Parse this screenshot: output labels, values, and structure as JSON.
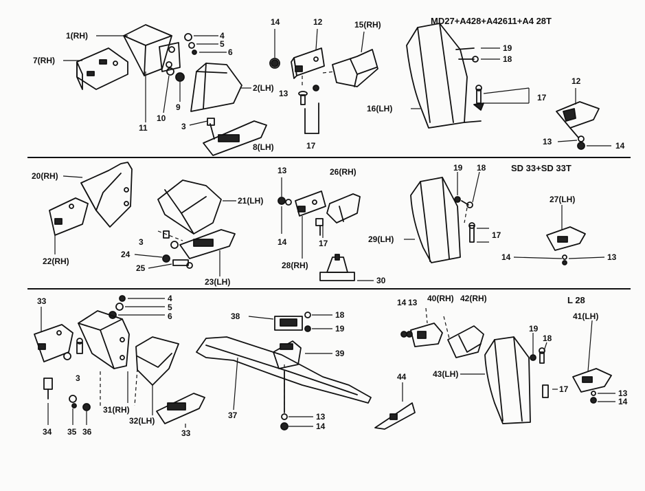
{
  "sections": {
    "top_right_header": "MD27+A428+A42611+A4 28T",
    "middle_right_header": "SD 33+SD 33T",
    "bottom_right_header": "L 28"
  },
  "callouts": {
    "c_1rh": "1(RH)",
    "c_7rh": "7(RH)",
    "c_4a": "4",
    "c_5a": "5",
    "c_6a": "6",
    "c_2lh": "2(LH)",
    "c_11": "11",
    "c_10": "10",
    "c_9": "9",
    "c_3a": "3",
    "c_8lh": "8(LH)",
    "c_14a": "14",
    "c_12a": "12",
    "c_13a": "13",
    "c_15rh": "15(RH)",
    "c_17a": "17",
    "c_19a": "19",
    "c_18a": "18",
    "c_17b": "17",
    "c_16lh": "16(LH)",
    "c_12b": "12",
    "c_13b": "13",
    "c_14b": "14",
    "c_20rh": "20(RH)",
    "c_22rh": "22(RH)",
    "c_21lh": "21(LH)",
    "c_3b": "3",
    "c_24": "24",
    "c_25": "25",
    "c_23lh": "23(LH)",
    "c_13c": "13",
    "c_14c": "14",
    "c_26rh": "26(RH)",
    "c_17c": "17",
    "c_28rh": "28(RH)",
    "c_30": "30",
    "c_19b": "19",
    "c_18b": "18",
    "c_29lh": "29(LH)",
    "c_17d": "17",
    "c_27lh": "27(LH)",
    "c_14d": "14",
    "c_13d": "13",
    "c_33a": "33",
    "c_4b": "4",
    "c_5b": "5",
    "c_6b": "6",
    "c_3c": "3",
    "c_31rh": "31(RH)",
    "c_32lh": "32(LH)",
    "c_33b": "33",
    "c_34": "34",
    "c_35": "35",
    "c_36": "36",
    "c_38": "38",
    "c_18c": "18",
    "c_19c": "19",
    "c_39": "39",
    "c_37": "37",
    "c_13e": "13",
    "c_14e": "14",
    "c_44": "44",
    "c_14f": "14",
    "c_13f": "13",
    "c_40rh": "40(RH)",
    "c_42rh": "42(RH)",
    "c_43lh": "43(LH)",
    "c_19d": "19",
    "c_18d": "18",
    "c_17e": "17",
    "c_41lh": "41(LH)",
    "c_13g": "13",
    "c_14g": "14"
  }
}
